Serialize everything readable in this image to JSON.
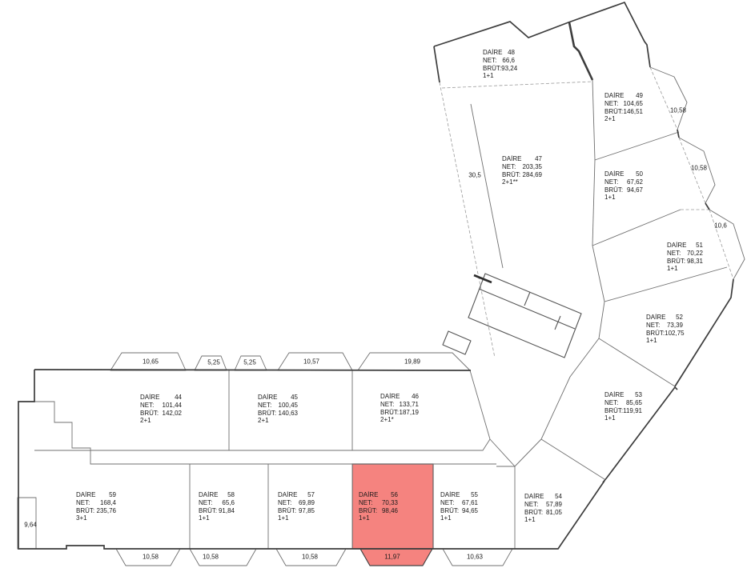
{
  "labels": {
    "daire": "DAİRE",
    "net": "NET:",
    "brut": "BRÜT:"
  },
  "colors": {
    "highlight": "#f5837f",
    "wall": "#3d3d3d",
    "thin_wall": "#707070",
    "background": "#ffffff"
  },
  "highlighted_unit": "56",
  "units": [
    {
      "no": "44",
      "net": "101,44",
      "brut": "142,02",
      "rooms": "2+1",
      "highlighted": false
    },
    {
      "no": "45",
      "net": "100,45",
      "brut": "140,63",
      "rooms": "2+1",
      "highlighted": false
    },
    {
      "no": "46",
      "net": "133,71",
      "brut": "187,19",
      "rooms": "2+1*",
      "highlighted": false
    },
    {
      "no": "47",
      "net": "203,35",
      "brut": "284,69",
      "rooms": "2+1**",
      "highlighted": false
    },
    {
      "no": "48",
      "net": "66,6",
      "brut": "93,24",
      "rooms": "1+1",
      "highlighted": false
    },
    {
      "no": "49",
      "net": "104,65",
      "brut": "146,51",
      "rooms": "2+1",
      "highlighted": false
    },
    {
      "no": "50",
      "net": "67,62",
      "brut": "94,67",
      "rooms": "1+1",
      "highlighted": false
    },
    {
      "no": "51",
      "net": "70,22",
      "brut": "98,31",
      "rooms": "1+1",
      "highlighted": false
    },
    {
      "no": "52",
      "net": "73,39",
      "brut": "102,75",
      "rooms": "1+1",
      "highlighted": false
    },
    {
      "no": "53",
      "net": "85,65",
      "brut": "119,91",
      "rooms": "1+1",
      "highlighted": false
    },
    {
      "no": "54",
      "net": "57,89",
      "brut": "81,05",
      "rooms": "1+1",
      "highlighted": false
    },
    {
      "no": "55",
      "net": "67,61",
      "brut": "94,65",
      "rooms": "1+1",
      "highlighted": false
    },
    {
      "no": "56",
      "net": "70,33",
      "brut": "98,46",
      "rooms": "1+1",
      "highlighted": true
    },
    {
      "no": "57",
      "net": "69,89",
      "brut": "97,85",
      "rooms": "1+1",
      "highlighted": false
    },
    {
      "no": "58",
      "net": "65,6",
      "brut": "91,84",
      "rooms": "1+1",
      "highlighted": false
    },
    {
      "no": "59",
      "net": "168,4",
      "brut": "235,76",
      "rooms": "3+1",
      "highlighted": false
    }
  ],
  "balconies": [
    {
      "value": "10,65",
      "highlighted": false
    },
    {
      "value": "5,25",
      "highlighted": false
    },
    {
      "value": "5,25",
      "highlighted": false
    },
    {
      "value": "10,57",
      "highlighted": false
    },
    {
      "value": "19,89",
      "highlighted": false
    },
    {
      "value": "30,5",
      "highlighted": false
    },
    {
      "value": "10,58",
      "highlighted": false
    },
    {
      "value": "10,58",
      "highlighted": false
    },
    {
      "value": "10,6",
      "highlighted": false
    },
    {
      "value": "9,64",
      "highlighted": false
    },
    {
      "value": "10,58",
      "highlighted": false
    },
    {
      "value": "10,58",
      "highlighted": false
    },
    {
      "value": "10,58",
      "highlighted": false
    },
    {
      "value": "11,97",
      "highlighted": true
    },
    {
      "value": "10,63",
      "highlighted": false
    }
  ]
}
